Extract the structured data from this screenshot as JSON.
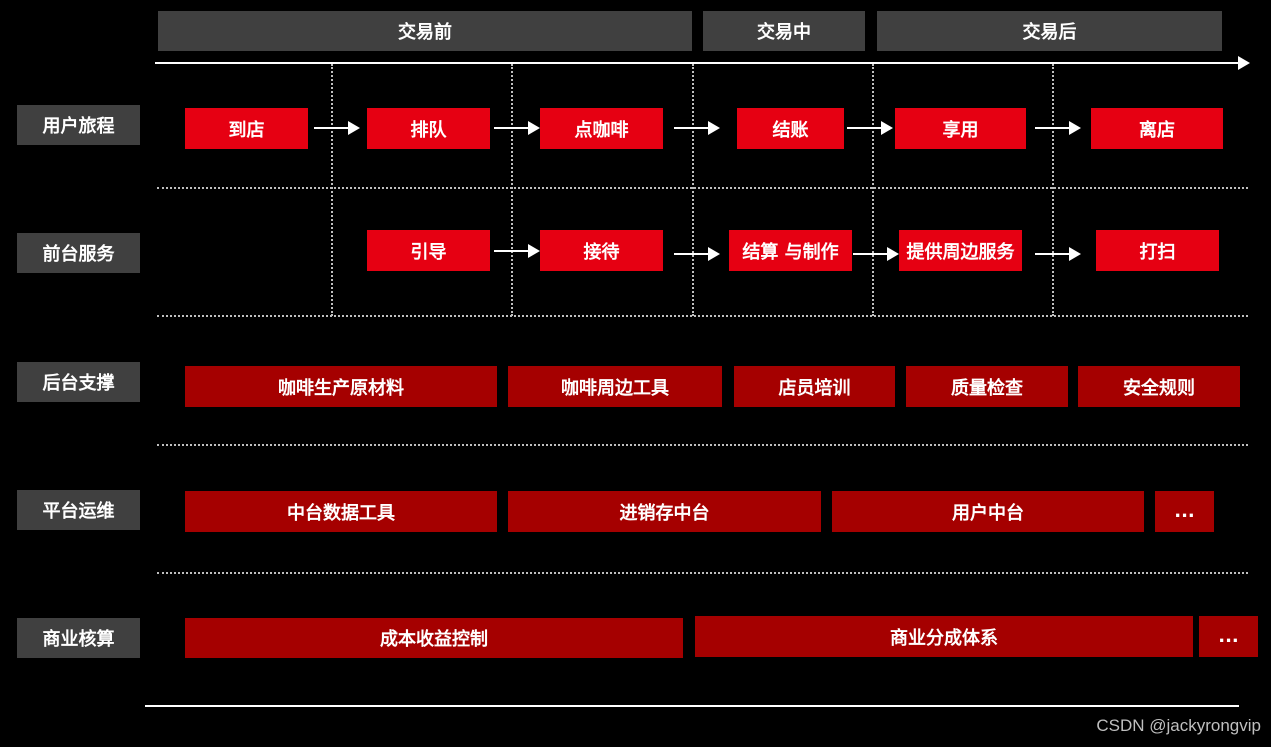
{
  "colors": {
    "background": "#000000",
    "label_bg": "#404040",
    "bright_red": "#e60012",
    "dark_red": "#a50000",
    "line": "#ffffff",
    "divider": "#bfbfbf"
  },
  "phases": [
    "交易前",
    "交易中",
    "交易后"
  ],
  "rows": {
    "journey": {
      "label": "用户旅程",
      "items": [
        "到店",
        "排队",
        "点咖啡",
        "结账",
        "享用",
        "离店"
      ]
    },
    "front": {
      "label": "前台服务",
      "items": [
        "引导",
        "接待",
        "结算 与制作",
        "提供周边服务",
        "打扫"
      ]
    },
    "back": {
      "label": "后台支撑",
      "items": [
        "咖啡生产原材料",
        "咖啡周边工具",
        "店员培训",
        "质量检查",
        "安全规则"
      ]
    },
    "platform": {
      "label": "平台运维",
      "items": [
        "中台数据工具",
        "进销存中台",
        "用户中台",
        "..."
      ]
    },
    "accounting": {
      "label": "商业核算",
      "items": [
        "成本收益控制",
        "商业分成体系",
        "..."
      ]
    }
  },
  "watermark": "CSDN @jackyrongvip"
}
